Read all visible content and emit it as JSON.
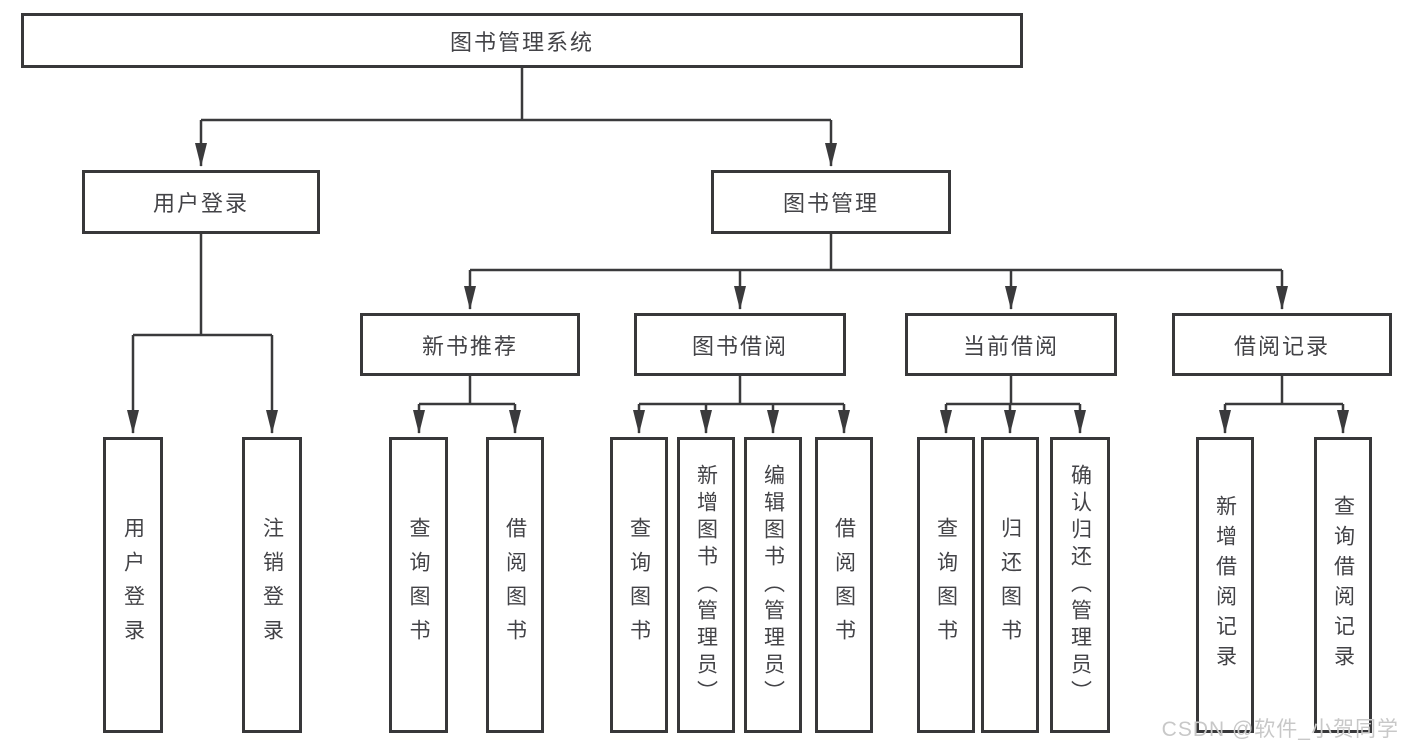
{
  "diagram": {
    "root": "图书管理系统",
    "level2": {
      "user_login": "用户登录",
      "book_mgmt": "图书管理"
    },
    "level3": {
      "new_book_rec": "新书推荐",
      "book_borrow": "图书借阅",
      "current_borrow": "当前借阅",
      "borrow_record": "借阅记录"
    },
    "leaves": {
      "user_login": [
        "用户登录",
        "注销登录"
      ],
      "new_book_rec": [
        "查询图书",
        "借阅图书"
      ],
      "book_borrow": [
        "查询图书",
        "新增图书（管理员）",
        "编辑图书（管理员）",
        "借阅图书"
      ],
      "current_borrow": [
        "查询图书",
        "归还图书",
        "确认归还（管理员）"
      ],
      "borrow_record": [
        "新增借阅记录",
        "查询借阅记录"
      ]
    }
  },
  "watermark": {
    "text": "CSDN @软件_小贺同学",
    "color": "#c8c8c8"
  },
  "colors": {
    "line": "#3a3a3c",
    "text": "#434347",
    "background": "#ffffff"
  }
}
